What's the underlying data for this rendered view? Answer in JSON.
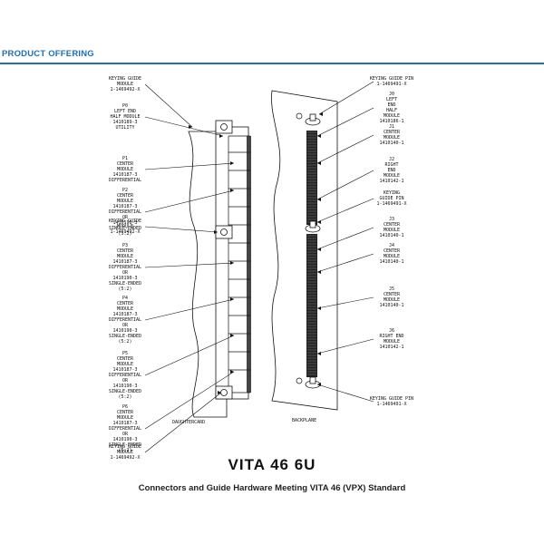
{
  "header": {
    "section_title": "PRODUCT OFFERING",
    "accent_color": "#1f6fb2"
  },
  "figure": {
    "title": "VITA 46 6U",
    "caption": "Connectors and Guide Hardware Meeting VITA 46 (VPX) Standard",
    "daughtercard_label": "DAUGHTERCARD",
    "backplane_label": "BACKPLANE",
    "left_labels": [
      [
        "KEYING GUIDE",
        "MODULE",
        "1-1469492-X"
      ],
      [
        "P0",
        "LEFT END",
        "HALF MODULE",
        "1410189-3",
        "UTILITY"
      ],
      [
        "P1",
        "CENTER",
        "MODULE",
        "1410187-3",
        "DIFFERENTIAL"
      ],
      [
        "P2",
        "CENTER",
        "MODULE",
        "1410187-3",
        "DIFFERENTIAL",
        "OR",
        "1410190-3",
        "SINGLE-ENDED",
        "(5:2)"
      ],
      [
        "KEYING GUIDE",
        "MODULE",
        "1-1469492-X"
      ],
      [
        "P3",
        "CENTER",
        "MODULE",
        "1410187-3",
        "DIFFERENTIAL",
        "OR",
        "1410190-3",
        "SINGLE-ENDED",
        "(5:2)"
      ],
      [
        "P4",
        "CENTER",
        "MODULE",
        "1410187-3",
        "DIFFERENTIAL",
        "OR",
        "1410190-3",
        "SINGLE-ENDED",
        "(5:2)"
      ],
      [
        "P5",
        "CENTER",
        "MODULE",
        "1410187-3",
        "DIFFERENTIAL",
        "OR",
        "1410190-3",
        "SINGLE-ENDED",
        "(5:2)"
      ],
      [
        "P6",
        "CENTER",
        "MODULE",
        "1410187-3",
        "DIFFERENTIAL",
        "OR",
        "1410190-3",
        "SINGLE-ENDED",
        "(5:2)"
      ],
      [
        "KEYING GUIDE",
        "MODULE",
        "1-1469492-X"
      ]
    ],
    "right_labels": [
      [
        "KEYING GUIDE PIN",
        "1-1469491-X"
      ],
      [
        "J0",
        "LEFT",
        "END",
        "HALF",
        "MODULE",
        "1410186-1"
      ],
      [
        "J1",
        "CENTER",
        "MODULE",
        "1410140-1"
      ],
      [
        "J2",
        "RIGHT",
        "END",
        "MODULE",
        "1410142-1"
      ],
      [
        "KEYING",
        "GUIDE PIN",
        "1-1469491-X"
      ],
      [
        "J3",
        "CENTER",
        "MODULE",
        "1410140-1"
      ],
      [
        "J4",
        "CENTER",
        "MODULE",
        "1410140-1"
      ],
      [
        "J5",
        "CENTER",
        "MODULE",
        "1410140-1"
      ],
      [
        "J6",
        "RIGHT END",
        "MODULE",
        "1410142-1"
      ],
      [
        "KEYING GUIDE PIN",
        "1-1469491-X"
      ]
    ]
  }
}
